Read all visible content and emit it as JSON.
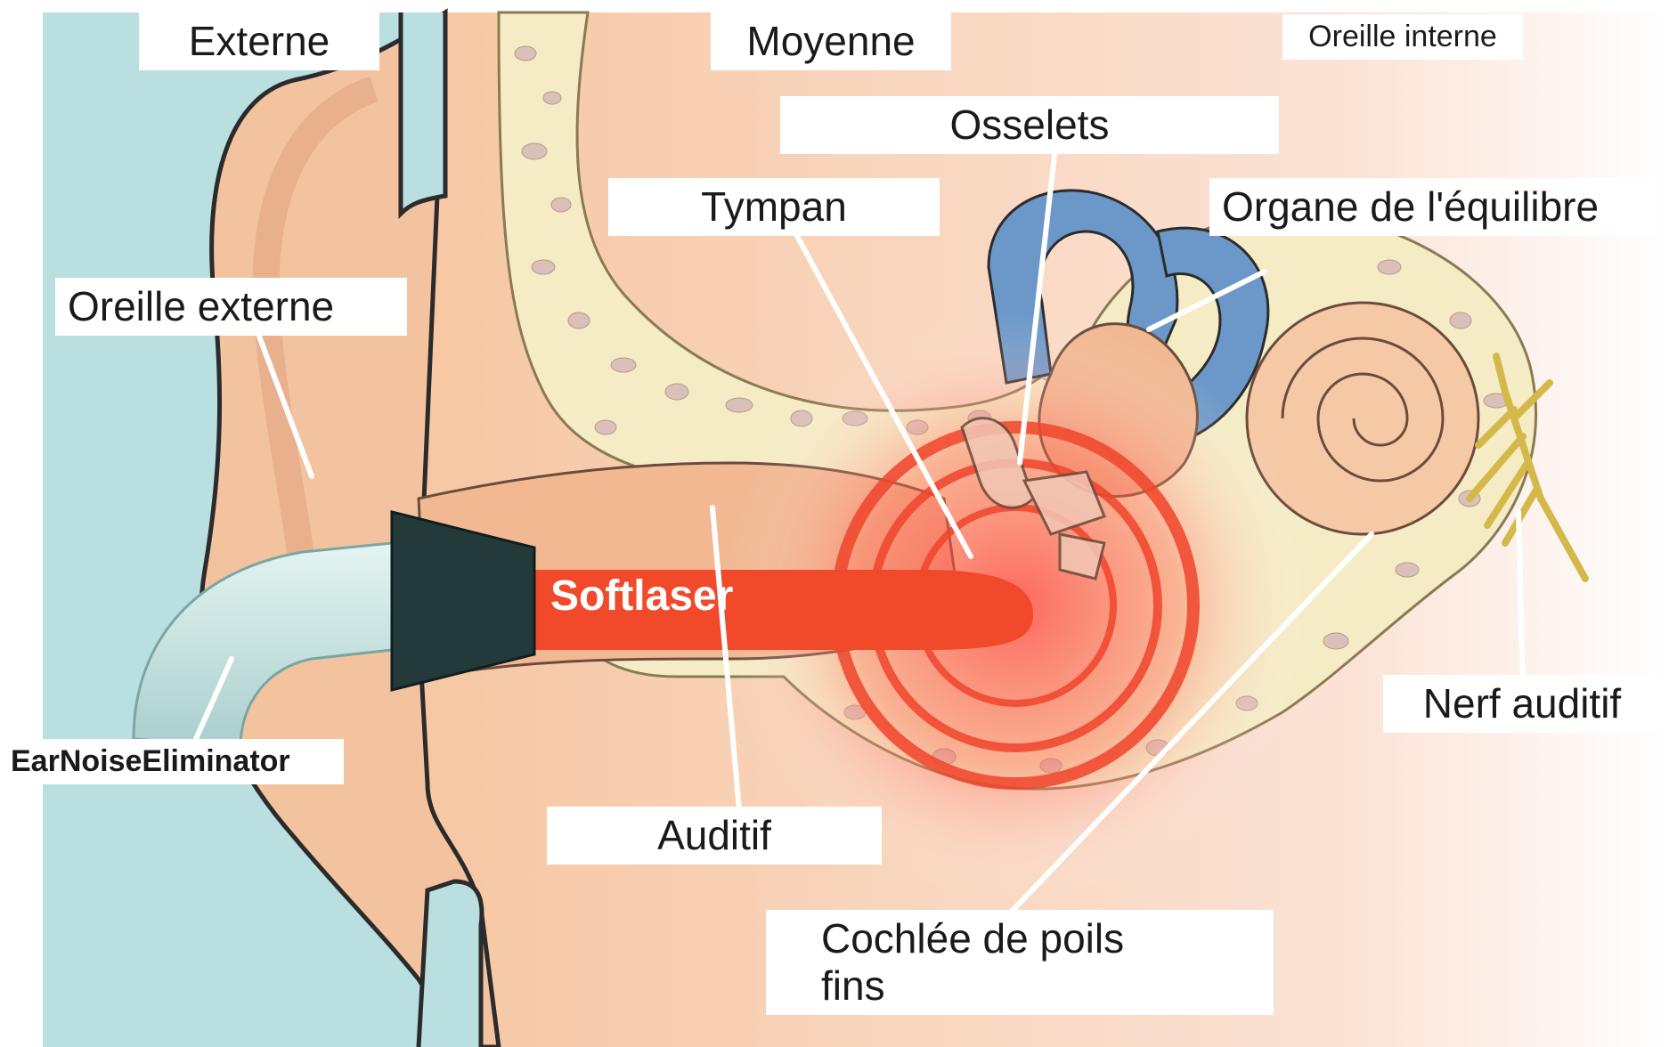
{
  "labels": {
    "externe": "Externe",
    "moyenne": "Moyenne",
    "oreille_interne": "Oreille interne",
    "osselets": "Osselets",
    "tympan": "Tympan",
    "organe_equilibre": "Organe de l'équilibre",
    "oreille_externe": "Oreille externe",
    "softlaser": "Softlaser",
    "nerf_auditif": "Nerf auditif",
    "earnoise": "EarNoiseEliminator",
    "auditif": "Auditif",
    "cochlee_line1": "Cochlée de poils",
    "cochlee_line2": "fins"
  },
  "colors": {
    "background_outside": "#b9dfe1",
    "skin": "#f6c7a3",
    "skin_dark": "#e9ad86",
    "bone": "#f5ecc6",
    "bone_spots": "#d9c0b8",
    "fluid": "#6b98c8",
    "laser": "#f04a2a",
    "device_dark": "#24393a",
    "device_tube": "#cfe8e6",
    "nerve": "#e6cf5a"
  }
}
